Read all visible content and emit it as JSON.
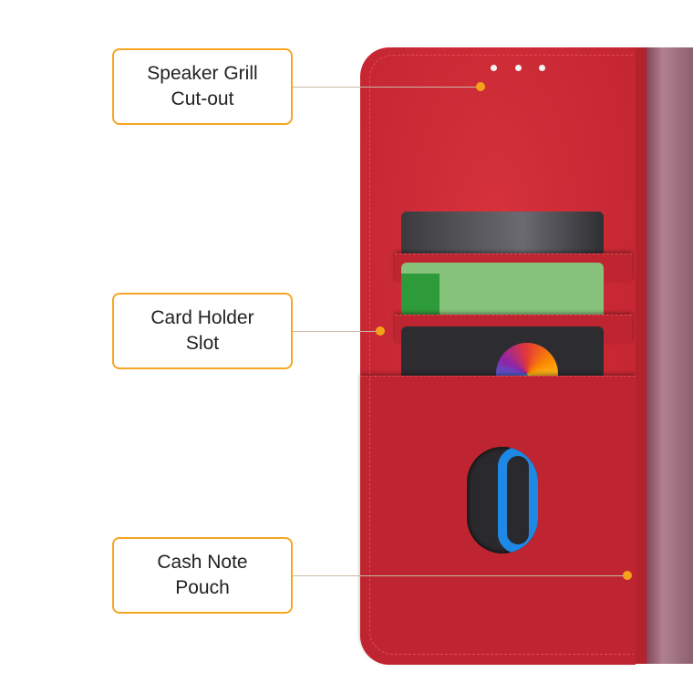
{
  "callouts": [
    {
      "line1": "Speaker Grill",
      "line2": "Cut-out"
    },
    {
      "line1": "Card Holder",
      "line2": "Slot"
    },
    {
      "line1": "Cash Note",
      "line2": "Pouch"
    }
  ],
  "colors": {
    "accent": "#f5a623",
    "leather": "#c52632"
  }
}
